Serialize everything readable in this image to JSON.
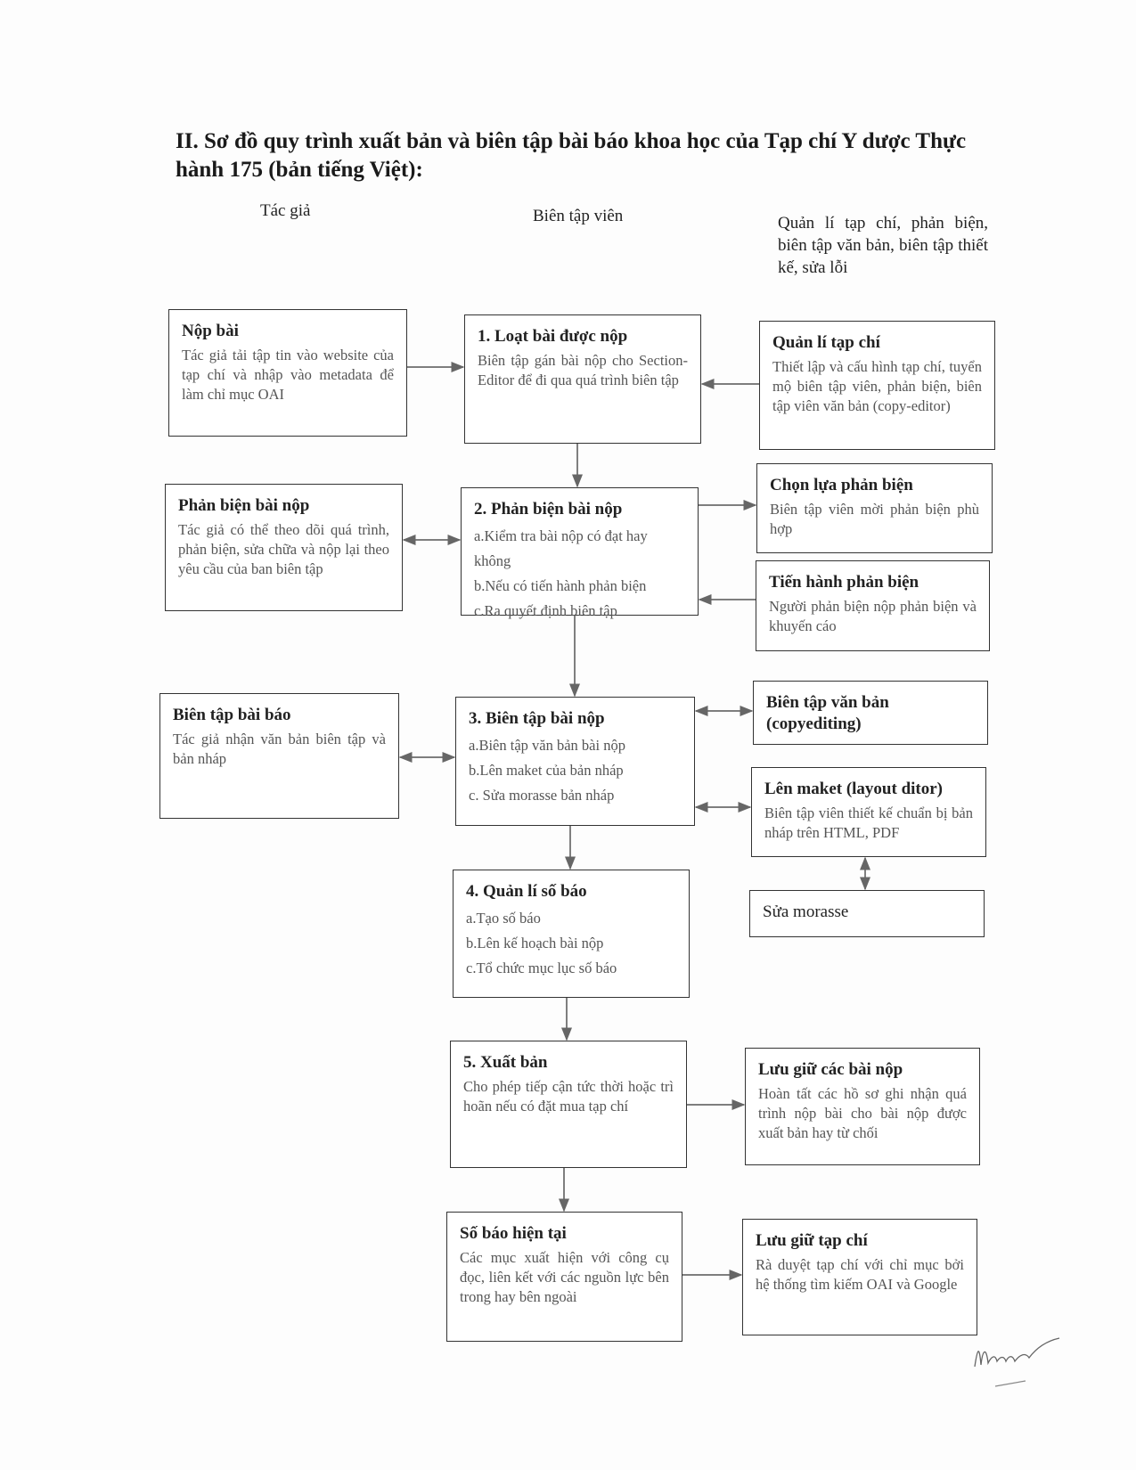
{
  "title": "II. Sơ đồ quy trình xuất bản và biên tập bài báo khoa học của Tạp chí Y dược Thực hành 175 (bản tiếng Việt):",
  "columns": {
    "author": "Tác giả",
    "editor": "Biên tập viên",
    "management": "Quản lí tạp chí, phản biện, biên tập văn bản, biên tập thiết kế, sửa lỗi"
  },
  "boxes": {
    "submit": {
      "title": "Nộp bài",
      "body": "Tác giả tải tập tin vào website của tạp chí và nhập vào metadata để làm chỉ mục OAI"
    },
    "step1": {
      "title": "1.   Loạt bài được nộp",
      "body": "Biên tập gán bài nộp cho Section-Editor để đi qua quá trình biên tập"
    },
    "journal_mgmt": {
      "title": "Quản lí tạp chí",
      "body": "Thiết lập và cấu hình tạp chí, tuyển mộ biên tập viên, phản biện, biên tập viên văn bản (copy-editor)"
    },
    "author_review": {
      "title": "Phản biện bài nộp",
      "body": "Tác giả có thể theo dõi quá trình, phản biện, sửa chữa và nộp lại theo yêu cầu của ban biên tập"
    },
    "step2": {
      "title": "2.   Phản biện bài nộp",
      "items": [
        "a.Kiểm tra bài nộp có đạt hay không",
        "b.Nếu có tiến hành phản biện",
        "c.Ra quyết định biên tập"
      ]
    },
    "select_reviewer": {
      "title": "Chọn lựa phản biện",
      "body": "Biên tập viên mời phản biện phù hợp"
    },
    "do_review": {
      "title": "Tiến hành phản biện",
      "body": "Người phản biện nộp phản biện và khuyến cáo"
    },
    "author_edit": {
      "title": "Biên tập bài báo",
      "body": "Tác giả nhận văn bản biên tập và bản nháp"
    },
    "step3": {
      "title": "3.   Biên tập bài nộp",
      "items": [
        "a.Biên tập văn bản bài nộp",
        "b.Lên maket của bản nháp",
        "c. Sửa morasse bản nháp"
      ]
    },
    "copyediting": {
      "title": "Biên tập văn bản (copyediting)"
    },
    "layout": {
      "title": "Lên maket (layout ditor)",
      "body": "Biên tập viên thiết kế chuẩn bị bản nháp trên HTML, PDF"
    },
    "proof": {
      "title": "Sửa morasse"
    },
    "step4": {
      "title": "4.   Quản lí số báo",
      "items": [
        "a.Tạo số báo",
        "b.Lên kế hoạch bài nộp",
        "c.Tổ chức mục lục số báo"
      ]
    },
    "step5": {
      "title": "5.   Xuất bản",
      "body": "Cho phép tiếp cận tức thời hoặc trì hoãn nếu có đặt mua tạp chí"
    },
    "archive_submissions": {
      "title": "Lưu giữ các bài nộp",
      "body": "Hoàn tất các hồ sơ ghi nhận quá trình nộp bài cho bài nộp được xuất bản hay từ chối"
    },
    "current_issue": {
      "title": "Số báo hiện tại",
      "body": "Các mục xuất hiện với công cụ đọc, liên kết với các nguồn lực bên trong hay bên ngoài"
    },
    "archive_journal": {
      "title": "Lưu giữ tạp chí",
      "body": "Rà duyệt tạp chí với chỉ mục bởi hệ thống tìm kiếm OAI và Google"
    }
  }
}
